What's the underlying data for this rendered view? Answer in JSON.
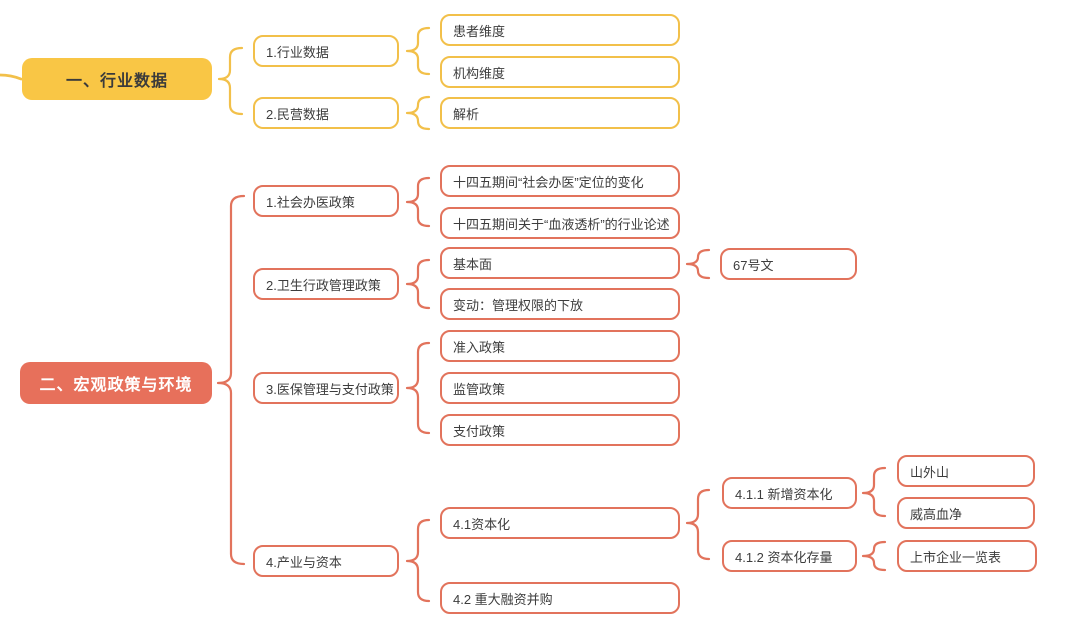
{
  "palette": {
    "canvas_bg": "#FFFFFF",
    "yellow_fill": "#F9C645",
    "yellow_border": "#F2C04A",
    "yellow_text": "#3B3B3B",
    "red_fill": "#E7705B",
    "red_border": "#E2735C",
    "red_text_on_fill": "#FFFFFF",
    "node_text": "#3D3D3D"
  },
  "mindmap": {
    "branch1": {
      "root": "一、行业数据",
      "n1": "1.行业数据",
      "n1c1": "患者维度",
      "n1c2": "机构维度",
      "n2": "2.民营数据",
      "n2c1": "解析"
    },
    "branch2": {
      "root": "二、宏观政策与环境",
      "n1": "1.社会办医政策",
      "n1c1": "十四五期间“社会办医”定位的变化",
      "n1c2": "十四五期间关于“血液透析”的行业论述",
      "n2": "2.卫生行政管理政策",
      "n2c1": "基本面",
      "n2c1c1": "67号文",
      "n2c2": "变动：管理权限的下放",
      "n3": "3.医保管理与支付政策",
      "n3c1": "准入政策",
      "n3c2": "监管政策",
      "n3c3": "支付政策",
      "n4": "4.产业与资本",
      "n4c1": "4.1资本化",
      "n4c2": "4.2 重大融资并购",
      "n4c1a": "4.1.1 新增资本化",
      "n4c1b": "4.1.2 资本化存量",
      "n4c1a1": "山外山",
      "n4c1a2": "威高血净",
      "n4c1b1": "上市企业一览表"
    }
  }
}
